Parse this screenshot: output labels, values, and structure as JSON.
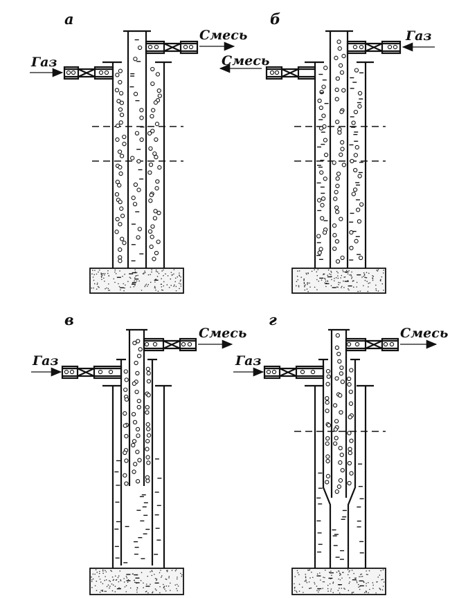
{
  "panels": [
    {
      "id": "a",
      "letter": "а",
      "gas": "Газ",
      "mixture": "Смесь"
    },
    {
      "id": "b",
      "letter": "б",
      "gas": "Газ",
      "mixture": "Смесь"
    },
    {
      "id": "v",
      "letter": "в",
      "gas": "Газ",
      "mixture": "Смесь"
    },
    {
      "id": "g",
      "letter": "г",
      "gas": "Газ",
      "mixture": "Смесь"
    }
  ]
}
